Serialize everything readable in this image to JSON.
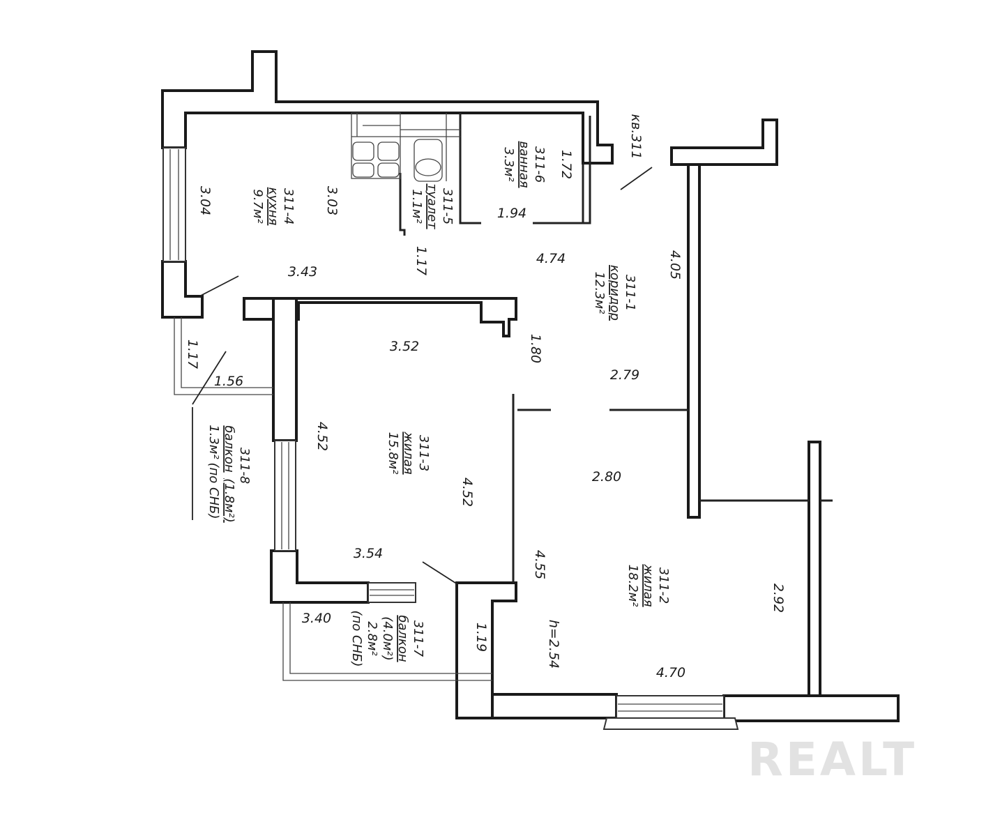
{
  "apartment_label": "кв.311",
  "watermark": "REALT",
  "rooms": [
    {
      "id": "311-1",
      "name": "коридор",
      "area": "12.3м²"
    },
    {
      "id": "311-2",
      "name": "жилая",
      "area": "18.2м²"
    },
    {
      "id": "311-3",
      "name": "жилая",
      "area": "15.8м²"
    },
    {
      "id": "311-4",
      "name": "кухня",
      "area": "9.7м²"
    },
    {
      "id": "311-5",
      "name": "туалет",
      "area": "1.1м²"
    },
    {
      "id": "311-6",
      "name": "ванная",
      "area": "3.3м²"
    },
    {
      "id": "311-7",
      "name": "балкон",
      "area": "(4.0м²)",
      "area2": "2.8м²",
      "note": "(по СНБ)"
    },
    {
      "id": "311-8",
      "name": "балкон",
      "area": "(1.8м²)",
      "area2": "1.3м²",
      "note": "(по СНБ)"
    }
  ],
  "dimensions": {
    "d1": "3.04",
    "d2": "3.03",
    "d3": "3.43",
    "d4": "1.17",
    "d5": "1.72",
    "d6": "1.94",
    "d7": "4.74",
    "d8": "4.05",
    "d9": "3.52",
    "d10": "1.80",
    "d11": "2.79",
    "d12": "1.17",
    "d13": "1.56",
    "d14": "4.52",
    "d15": "4.52",
    "d16": "2.80",
    "d17": "3.54",
    "d18": "4.55",
    "d19": "2.92",
    "d20": "3.40",
    "d21": "1.19",
    "d22": "4.70"
  },
  "ceiling_height": "h=2.54"
}
